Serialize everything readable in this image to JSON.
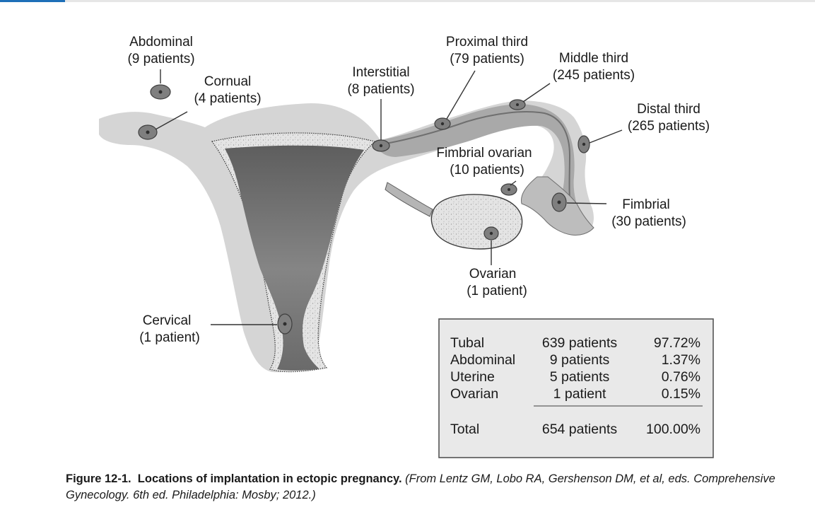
{
  "labels": {
    "abdominal": {
      "name": "Abdominal",
      "count": "(9 patients)"
    },
    "cornual": {
      "name": "Cornual",
      "count": "(4 patients)"
    },
    "interstitial": {
      "name": "Interstitial",
      "count": "(8 patients)"
    },
    "proximal": {
      "name": "Proximal third",
      "count": "(79 patients)"
    },
    "middle": {
      "name": "Middle third",
      "count": "(245 patients)"
    },
    "distal": {
      "name": "Distal third",
      "count": "(265 patients)"
    },
    "fimbrial_ovarian": {
      "name": "Fimbrial ovarian",
      "count": "(10 patients)"
    },
    "fimbrial": {
      "name": "Fimbrial",
      "count": "(30 patients)"
    },
    "ovarian": {
      "name": "Ovarian",
      "count": "(1 patient)"
    },
    "cervical": {
      "name": "Cervical",
      "count": "(1 patient)"
    }
  },
  "table": {
    "rows": [
      {
        "site": "Tubal",
        "patients": "639 patients",
        "percent": "97.72%"
      },
      {
        "site": "Abdominal",
        "patients": "9 patients",
        "percent": "1.37%"
      },
      {
        "site": "Uterine",
        "patients": "5 patients",
        "percent": "0.76%"
      },
      {
        "site": "Ovarian",
        "patients": "1 patient",
        "percent": "0.15%"
      }
    ],
    "total": {
      "site": "Total",
      "patients": "654 patients",
      "percent": "100.00%"
    }
  },
  "caption": {
    "label": "Figure 12-1.",
    "title": "Locations of implantation in ectopic pregnancy.",
    "source": "(From Lentz GM, Lobo RA, Gershenson DM, et al, eds. Comprehensive Gynecology. 6th ed. Philadelphia: Mosby; 2012.)"
  }
}
